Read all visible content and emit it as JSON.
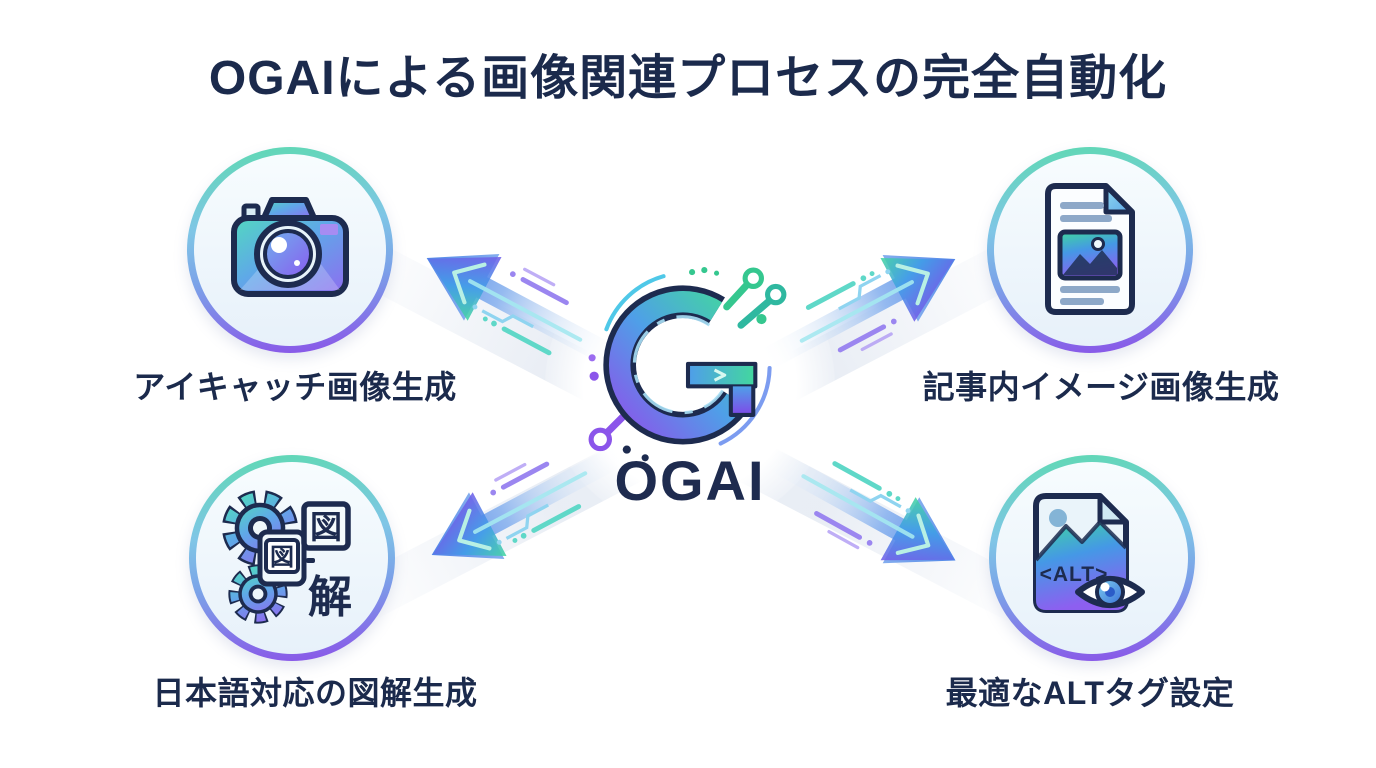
{
  "title": "OGAIによる画像関連プロセスの完全自動化",
  "logo": {
    "wordmark": "OGAI"
  },
  "features": [
    {
      "id": "eyecatch-generation",
      "label": "アイキャッチ画像生成",
      "icon": "camera-icon",
      "position": "top-left"
    },
    {
      "id": "article-image-generation",
      "label": "記事内イメージ画像生成",
      "icon": "article-image-icon",
      "position": "top-right"
    },
    {
      "id": "japanese-diagram-generation",
      "label": "日本語対応の図解生成",
      "icon": "diagram-gears-icon",
      "position": "bottom-left"
    },
    {
      "id": "alt-tag-setting",
      "label": "最適なALTタグ設定",
      "icon": "alt-tag-eye-icon",
      "position": "bottom-right"
    }
  ],
  "icon_texts": {
    "diagram_large": "図",
    "diagram_small": "図",
    "diagram_kai": "解",
    "alt_tag": "<ALT>"
  },
  "colors": {
    "background": "#ffffff",
    "text_navy": "#1b2a4c",
    "outline_navy": "#1d2b4f",
    "accent_green": "#43d6a0",
    "accent_blue": "#4f9fe8",
    "accent_purple": "#8a52e8",
    "circle_fill": "#eaf3fa"
  }
}
